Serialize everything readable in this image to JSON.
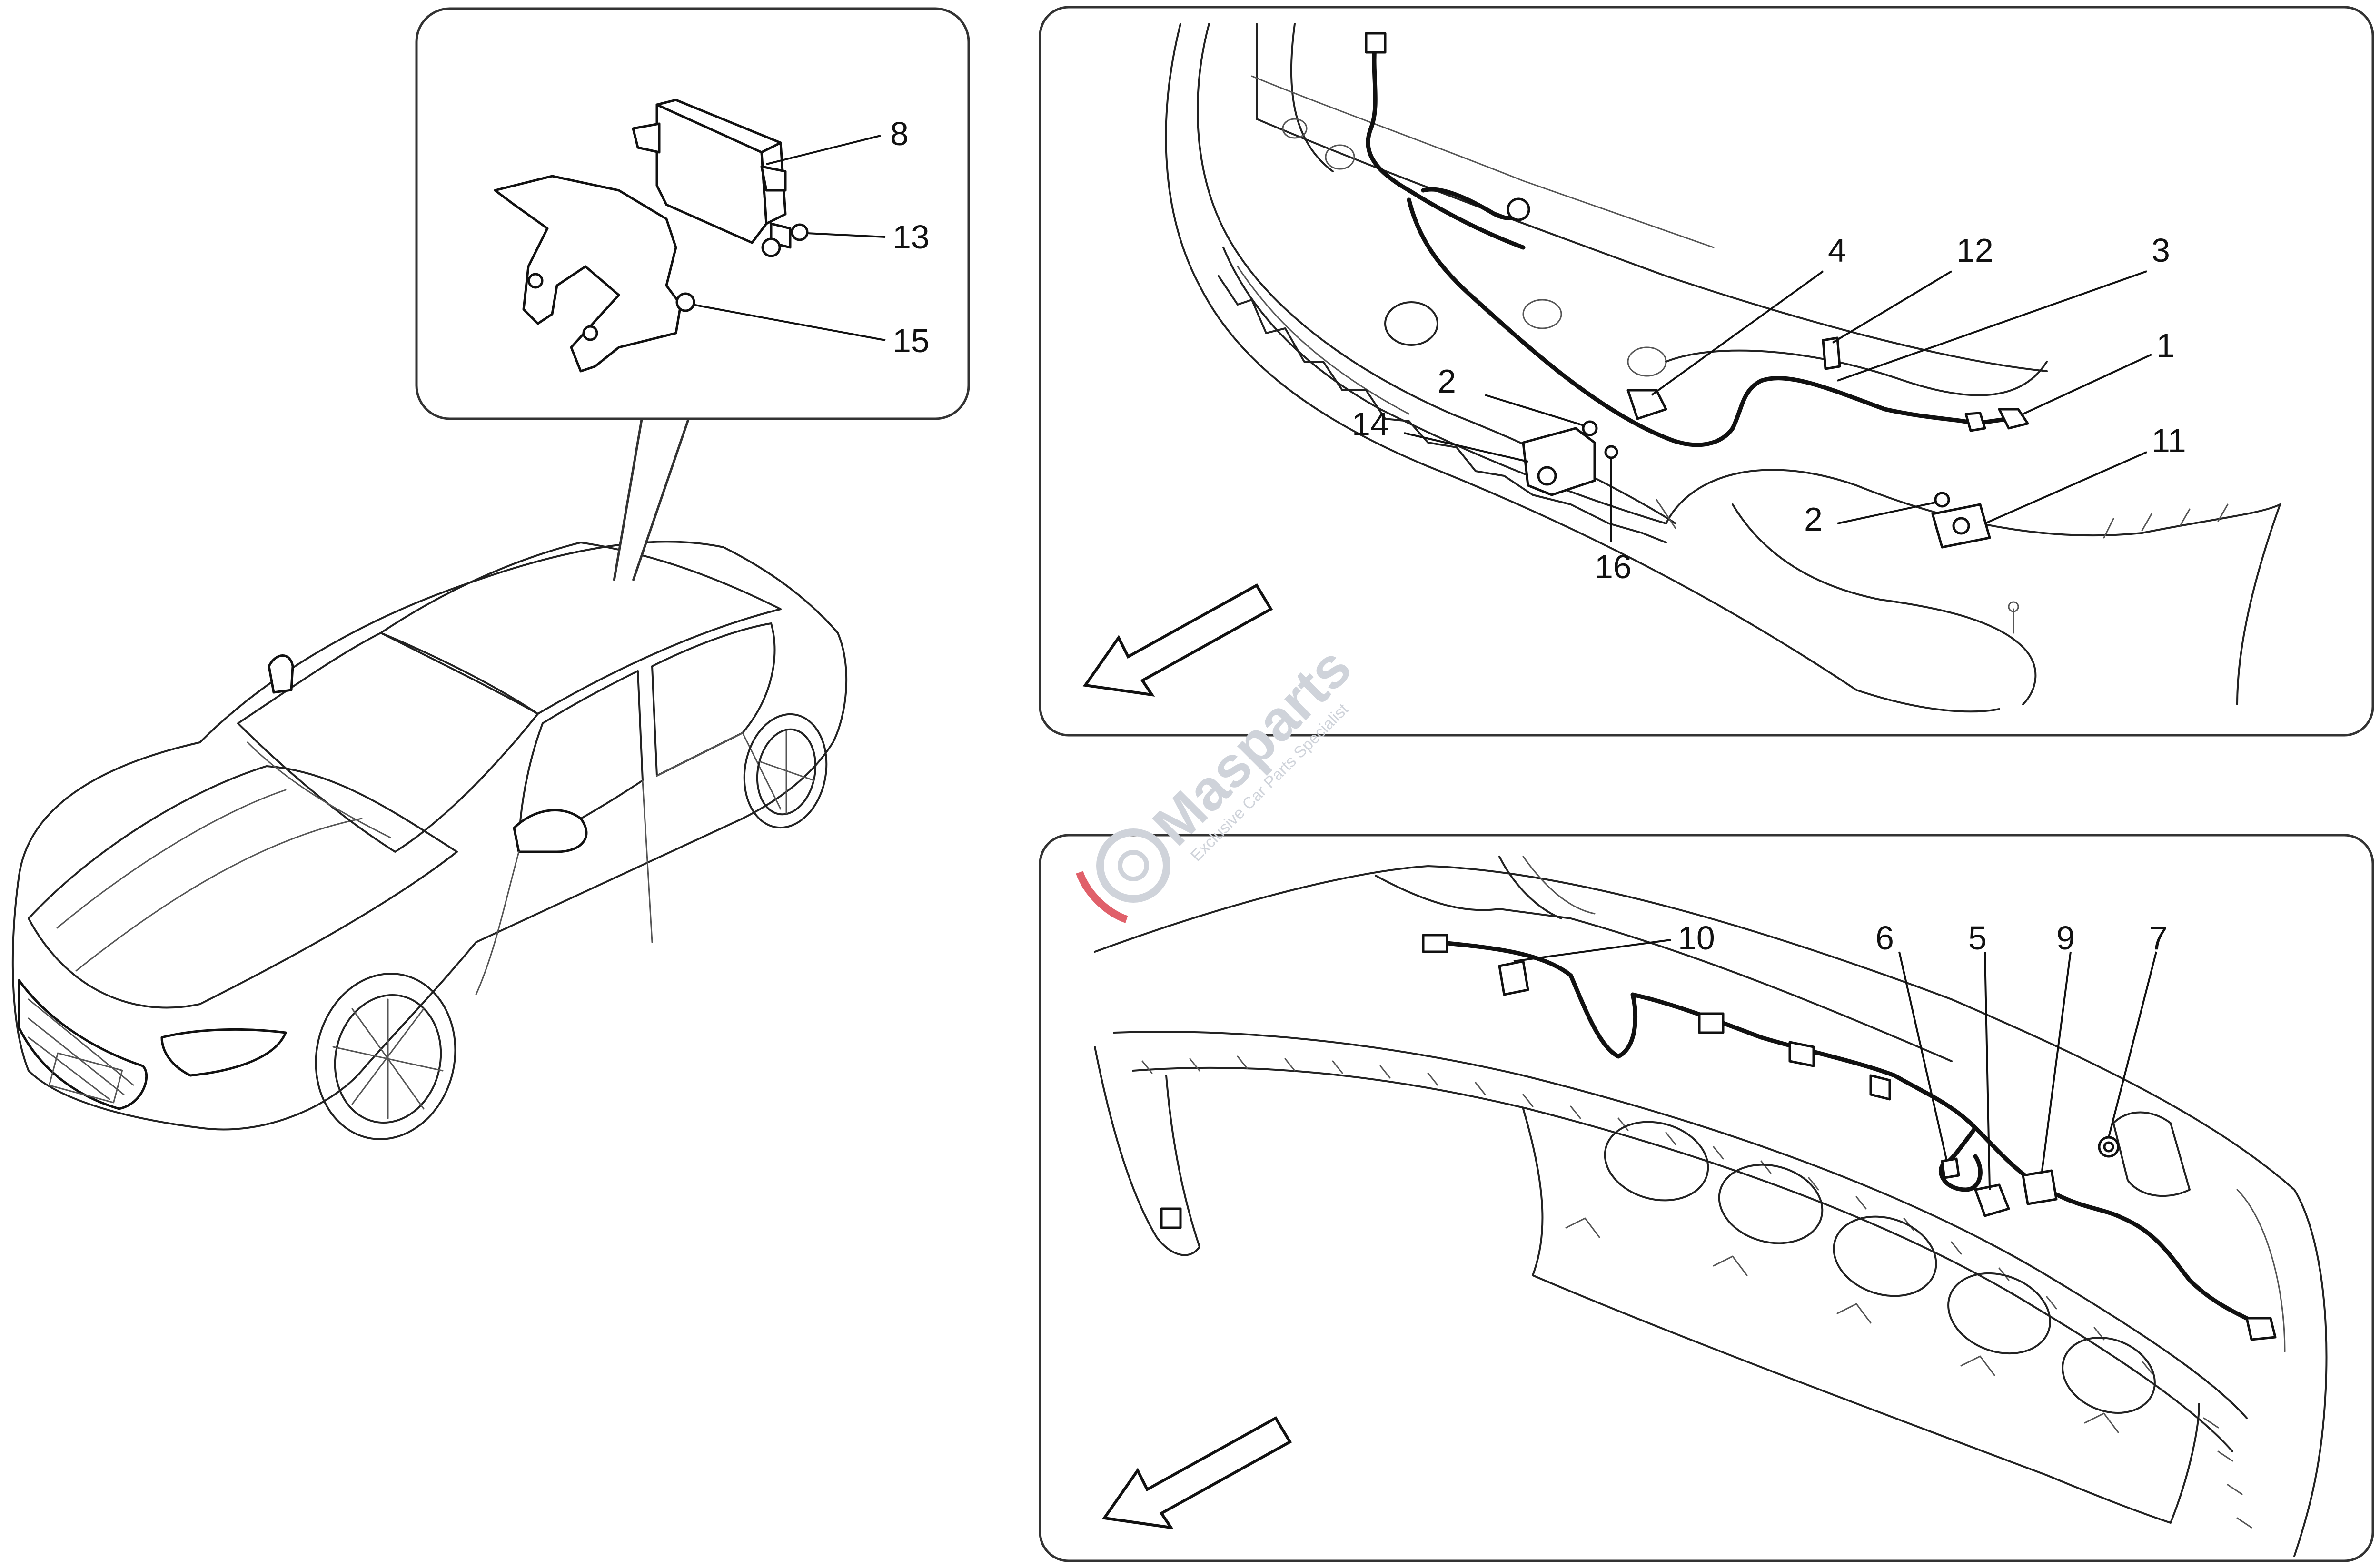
{
  "labels": {
    "top_inset": [
      "8",
      "13",
      "15"
    ],
    "upper_right": [
      "4",
      "12",
      "3",
      "2",
      "14",
      "1",
      "11",
      "2",
      "16"
    ],
    "lower_right": [
      "10",
      "6",
      "5",
      "9",
      "7"
    ]
  },
  "watermark": {
    "brand": "Masparts",
    "tagline": "Exclusive Car Parts Specialist"
  },
  "colors": {
    "line": "#111111",
    "watermark": "#cfd3da",
    "logo_accent": "#e0606a"
  }
}
